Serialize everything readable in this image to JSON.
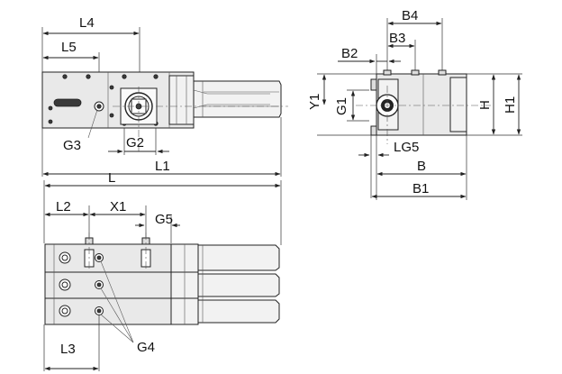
{
  "labels": {
    "L4": "L4",
    "L5": "L5",
    "G3": "G3",
    "G2": "G2",
    "L1": "L1",
    "L": "L",
    "L2": "L2",
    "X1": "X1",
    "G5": "G5",
    "L3": "L3",
    "G4": "G4",
    "B4": "B4",
    "B3": "B3",
    "B2": "B2",
    "Y1": "Y1",
    "G1": "G1",
    "H": "H",
    "H1": "H1",
    "LG5": "LG5",
    "B": "B",
    "B1": "B1"
  }
}
